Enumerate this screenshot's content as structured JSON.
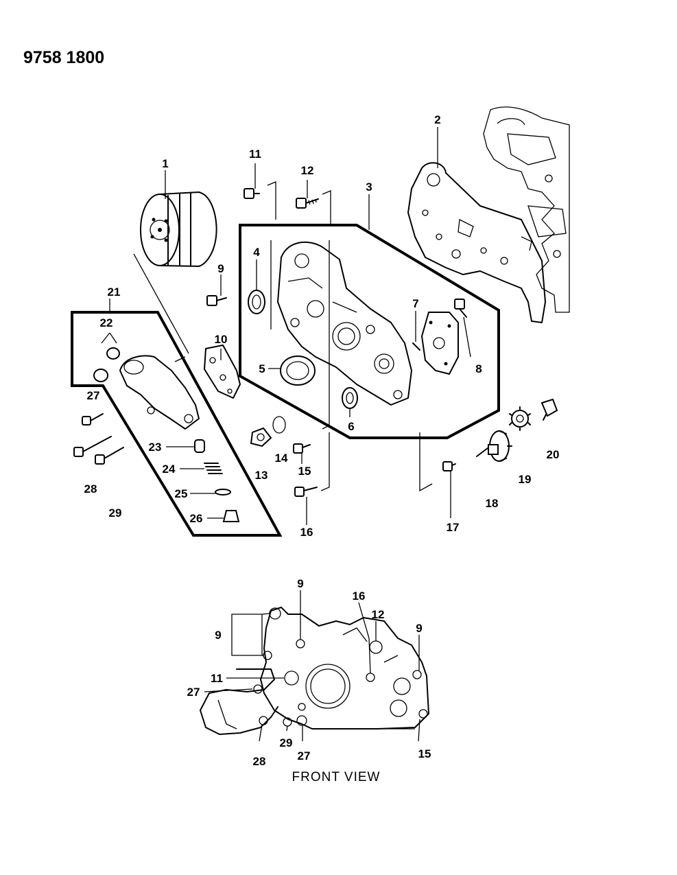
{
  "header": {
    "code": "9758 1800"
  },
  "caption": "FRONT VIEW",
  "callouts": {
    "n1": "1",
    "n2": "2",
    "n3": "3",
    "n4": "4",
    "n5": "5",
    "n6": "6",
    "n7": "7",
    "n8": "8",
    "n9": "9",
    "n10": "10",
    "n11": "11",
    "n12": "12",
    "n13": "13",
    "n14": "14",
    "n15": "15",
    "n16": "16",
    "n17": "17",
    "n18": "18",
    "n19": "19",
    "n20": "20",
    "n21": "21",
    "n22": "22",
    "n23": "23",
    "n24": "24",
    "n25": "25",
    "n26": "26",
    "n27": "27",
    "n28": "28",
    "n29": "29"
  },
  "front_view_callouts": {
    "n9a": "9",
    "n9b": "9",
    "n9c": "9",
    "n16": "16",
    "n12": "12",
    "n11": "11",
    "n27a": "27",
    "n27b": "27",
    "n28": "28",
    "n29": "29",
    "n15": "15"
  }
}
